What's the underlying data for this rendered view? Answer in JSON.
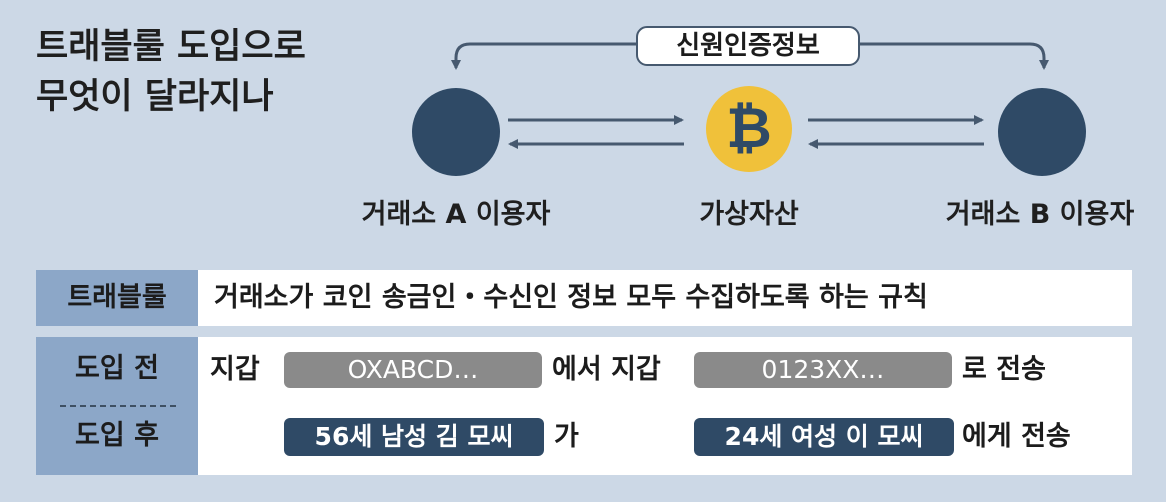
{
  "title": {
    "line1": "트래블룰 도입으로",
    "line2": "무엇이 달라지나"
  },
  "flow": {
    "info_label": "신원인증정보",
    "node_a": "거래소 A 이용자",
    "asset": "가상자산",
    "asset_symbol": "₿",
    "node_b": "거래소 B 이용자"
  },
  "definition": {
    "label": "트래블룰",
    "text": "거래소가 코인 송금인・수신인 정보 모두 수집하도록 하는 규칙"
  },
  "comparison": {
    "before": {
      "label": "도입 전",
      "prefix": "지갑",
      "from_wallet": "OXABCD…",
      "middle": "에서 지갑",
      "to_wallet": "0123XX…",
      "suffix": "로 전송"
    },
    "after": {
      "label": "도입 후",
      "sender": "56세 남성 김 모씨",
      "middle": "가",
      "receiver": "24세 여성 이 모씨",
      "suffix": "에게 전송"
    }
  },
  "colors": {
    "background": "#ccd8e6",
    "node": "#2f4a66",
    "coin": "#f0c13a",
    "label_panel": "#8ca7c8",
    "grey_pill": "#8a8a8a",
    "navy_pill": "#2f4a66"
  }
}
